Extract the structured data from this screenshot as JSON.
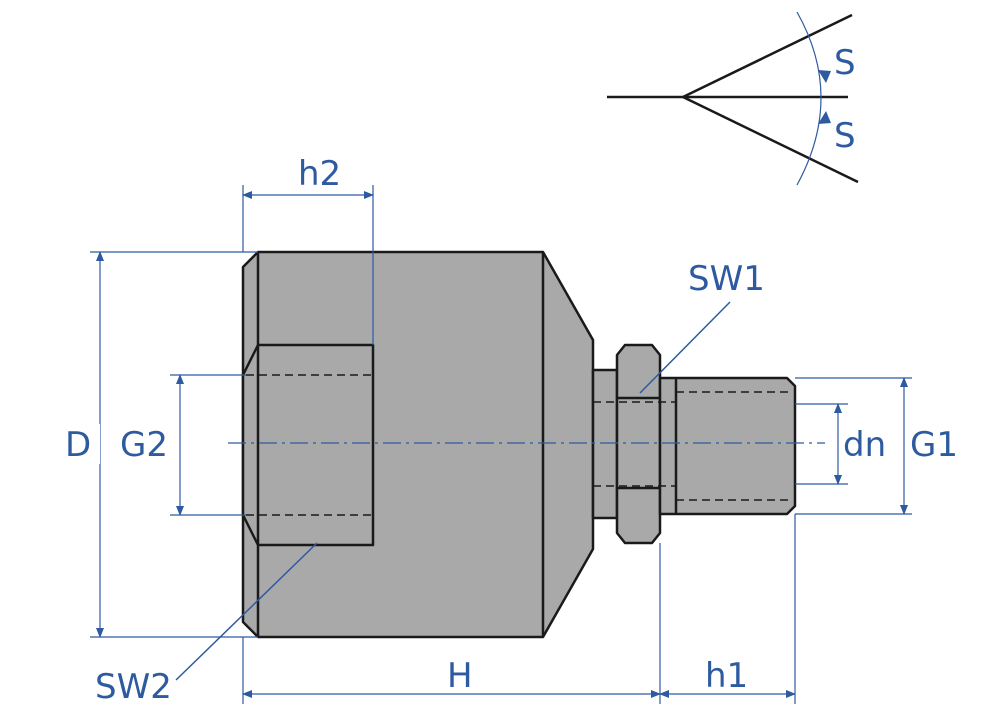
{
  "labels": {
    "S_upper": "S",
    "S_lower": "S",
    "h2": "h2",
    "SW1": "SW1",
    "D": "D",
    "G2": "G2",
    "dn": "dn",
    "G1": "G1",
    "SW2": "SW2",
    "H": "H",
    "h1": "h1"
  },
  "colors": {
    "dimension": "#2e5aa0",
    "part_fill": "#a9a9a9",
    "outline": "#1a1a1a"
  }
}
